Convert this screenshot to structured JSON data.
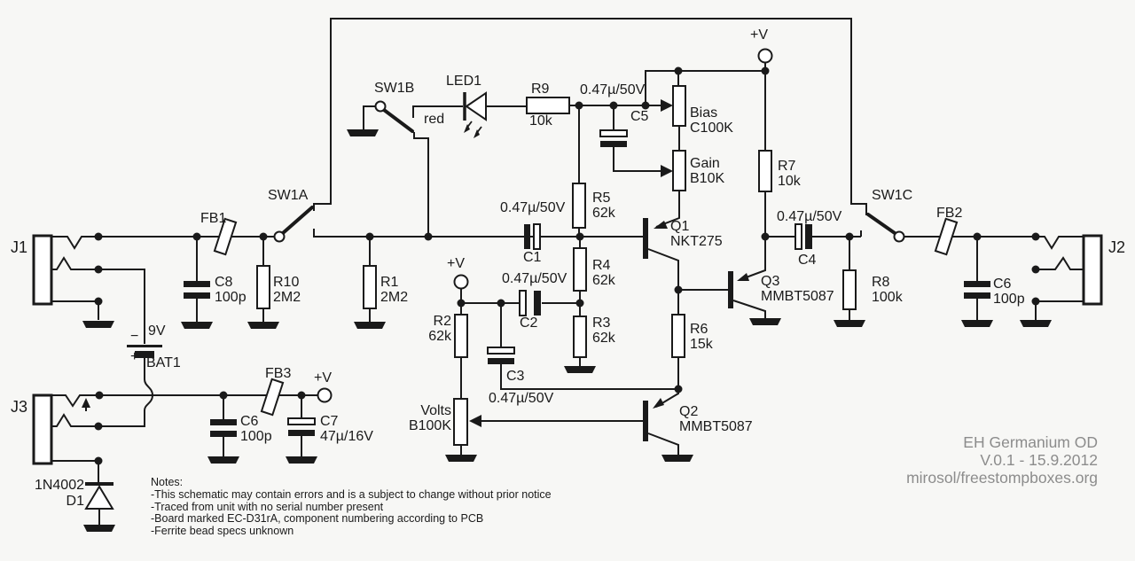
{
  "schematic": {
    "refs": {
      "j1": "J1",
      "j2": "J2",
      "j3": "J3",
      "fb1": "FB1",
      "fb2": "FB2",
      "fb3": "FB3",
      "sw1a": "SW1A",
      "sw1b": "SW1B",
      "sw1c": "SW1C",
      "led1": "LED1",
      "led1_color": "red",
      "r1": "R1",
      "r2": "R2",
      "r3": "R3",
      "r4": "R4",
      "r5": "R5",
      "r6": "R6",
      "r7": "R7",
      "r8": "R8",
      "r9": "R9",
      "r10": "R10",
      "c1": "C1",
      "c2": "C2",
      "c3": "C3",
      "c4": "C4",
      "c5": "C5",
      "c6": "C6",
      "c7": "C7",
      "c8": "C8",
      "q1": "Q1",
      "q2": "Q2",
      "q3": "Q3",
      "d1": "D1",
      "bat1": "BAT1",
      "bias": "Bias",
      "gain": "Gain",
      "volts": "Volts"
    },
    "vals": {
      "cap047": "0.47µ/50V",
      "res62k": "62k",
      "res10k": "10k",
      "res2m2": "2M2",
      "cap100p": "100p",
      "res15k": "15k",
      "res100k": "100k",
      "cap47u": "47µ/16V",
      "bias_pot": "C100K",
      "gain_pot": "B10K",
      "volts_pot": "B100K",
      "q1_type": "NKT275",
      "q23_type": "MMBT5087",
      "d1_type": "1N4002",
      "bat_v": "9V",
      "bat_minus": "−",
      "bat_plus": "+",
      "vplus": "+V"
    }
  },
  "notes": {
    "heading": "Notes:",
    "line1": "-This schematic may contain errors and is a subject to change without prior notice",
    "line2": "-Traced from unit with no serial number present",
    "line3": "-Board marked EC-D31rA, component numbering according to PCB",
    "line4": "-Ferrite bead specs unknown"
  },
  "credits": {
    "line1": "EH Germanium OD",
    "line2": "V.0.1 - 15.9.2012",
    "line3": "mirosol/freestompboxes.org"
  }
}
